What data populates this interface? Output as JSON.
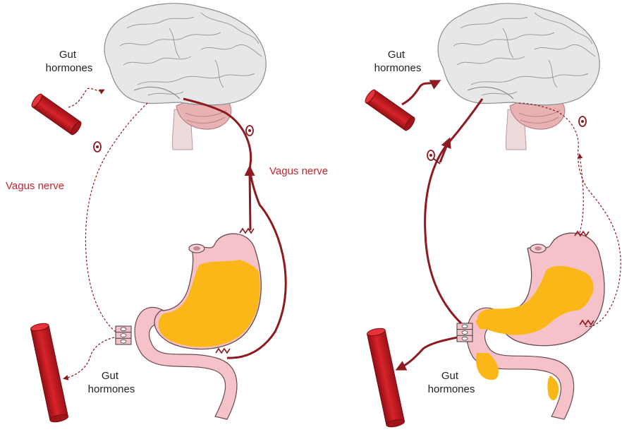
{
  "labels": {
    "left_top_hormones": [
      "Gut",
      "hormones"
    ],
    "left_vagus": "Vagus nerve",
    "left_bottom_hormones": [
      "Gut",
      "hormones"
    ],
    "right_top_hormones": [
      "Gut",
      "hormones"
    ],
    "right_vagus": "Vagus nerve",
    "right_bottom_hormones": [
      "Gut",
      "hormones"
    ]
  },
  "colors": {
    "nerve": "#8e1a1f",
    "vessel": "#c8161d",
    "brain": "#e6e7e8",
    "stomach": "#f4c2c8",
    "food": "#fbb718",
    "label_red": "#c8262f",
    "label_black": "#231f20"
  }
}
